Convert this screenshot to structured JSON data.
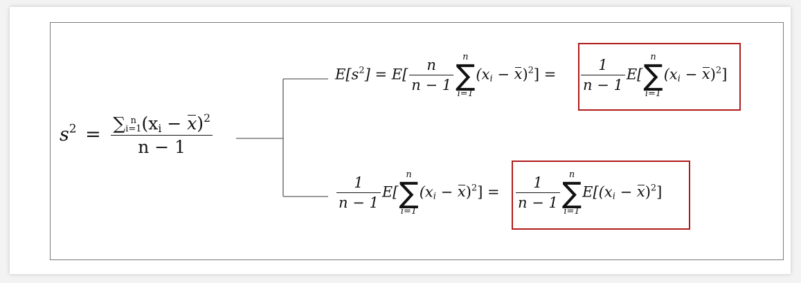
{
  "main": {
    "lhs": {
      "var": "s",
      "exp": "2",
      "eq": "=",
      "num_sum": "∑",
      "num_sub": "i=1",
      "num_sup": "n",
      "num_body_open": "(x",
      "num_body_sub": "i",
      "num_body_mid": " − ",
      "num_body_xbar": "x",
      "num_body_close": ")",
      "num_body_exp": "2",
      "den": "n − 1"
    },
    "top": {
      "e_open": "E[s",
      "e_exp": "2",
      "e_close": "] = E[",
      "frac_num": "n",
      "frac_den": "n − 1",
      "sum_upper": "n",
      "sum_lower": "i=1",
      "body_open": "(x",
      "body_sub": "i",
      "body_minus": " − ",
      "body_xbar": "x",
      "body_close": ")",
      "body_exp": "2",
      "body_end": "] =",
      "boxed_frac_num": "1",
      "boxed_frac_den": "n − 1",
      "boxed_e": "E[",
      "boxed_sum_upper": "n",
      "boxed_sum_lower": "i=1",
      "boxed_body_open": "(x",
      "boxed_body_sub": "i",
      "boxed_body_minus": " − ",
      "boxed_body_xbar": "x",
      "boxed_body_close": ")",
      "boxed_body_exp": "2",
      "boxed_body_end": "]"
    },
    "bottom": {
      "frac_num": "1",
      "frac_den": "n − 1",
      "e_open": "E[",
      "sum_upper": "n",
      "sum_lower": "i=1",
      "body_open": "(x",
      "body_sub": "i",
      "body_minus": " − ",
      "body_xbar": "x",
      "body_close": ")",
      "body_exp": "2",
      "body_end": "] =",
      "boxed_frac_num": "1",
      "boxed_frac_den": "n − 1",
      "boxed_sum_upper": "n",
      "boxed_sum_lower": "i=1",
      "boxed_body_open": "E[(x",
      "boxed_body_sub": "i",
      "boxed_body_minus": " − ",
      "boxed_body_xbar": "x",
      "boxed_body_close": ")",
      "boxed_body_exp": "2",
      "boxed_body_end": "]"
    }
  },
  "colors": {
    "highlight_box": "#b01a1a",
    "connector": "#7a7a7a",
    "frame": "#7a7a7a"
  }
}
